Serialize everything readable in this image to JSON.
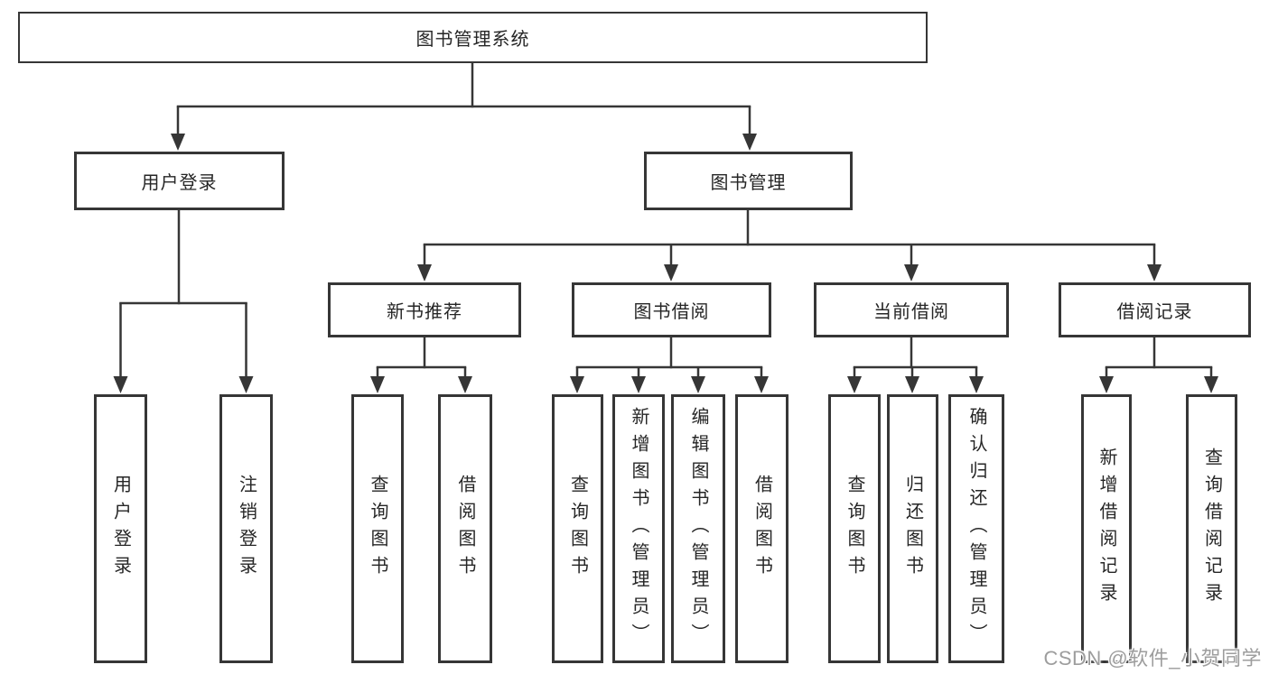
{
  "diagram": {
    "root": {
      "label": "图书管理系统"
    },
    "branches": [
      {
        "label": "用户登录",
        "children": [
          {
            "label": "用户登录"
          },
          {
            "label": "注销登录"
          }
        ]
      },
      {
        "label": "图书管理",
        "children": [
          {
            "label": "新书推荐",
            "children": [
              {
                "label": "查询图书"
              },
              {
                "label": "借阅图书"
              }
            ]
          },
          {
            "label": "图书借阅",
            "children": [
              {
                "label": "查询图书"
              },
              {
                "label": "新增图书（管理员）"
              },
              {
                "label": "编辑图书（管理员）"
              },
              {
                "label": "借阅图书"
              }
            ]
          },
          {
            "label": "当前借阅",
            "children": [
              {
                "label": "查询图书"
              },
              {
                "label": "归还图书"
              },
              {
                "label": "确认归还（管理员）"
              }
            ]
          },
          {
            "label": "借阅记录",
            "children": [
              {
                "label": "新增借阅记录"
              },
              {
                "label": "查询借阅记录"
              }
            ]
          }
        ]
      }
    ]
  },
  "watermark": {
    "text": "CSDN @软件_小贺同学",
    "color": "#9d9d9d"
  },
  "colors": {
    "line": "#363636",
    "box_border": "#363636",
    "text": "#262626",
    "background": "#ffffff"
  }
}
